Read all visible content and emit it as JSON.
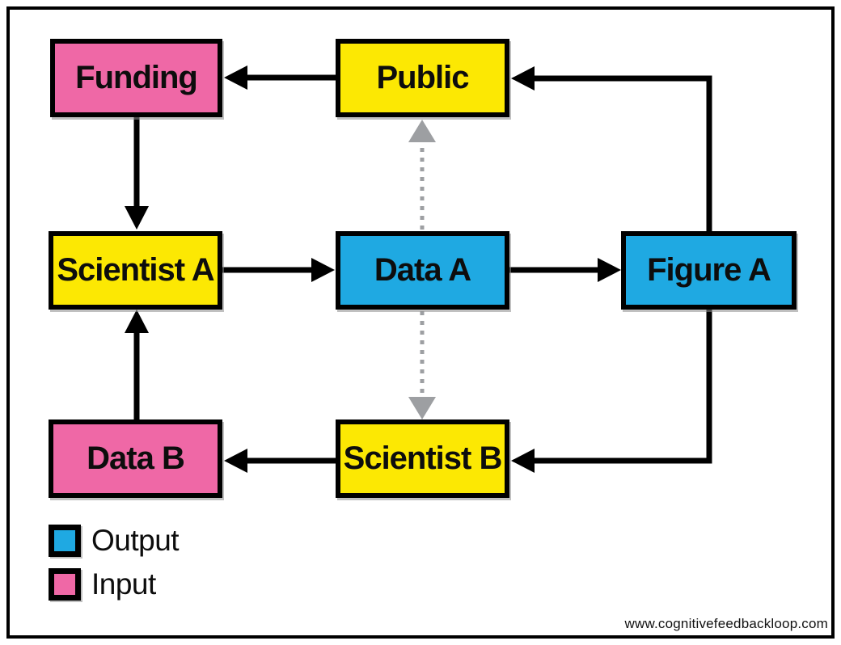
{
  "nodes": {
    "funding": {
      "label": "Funding",
      "role": "input",
      "color": "#ef68a6"
    },
    "public": {
      "label": "Public",
      "role": "agent",
      "color": "#fce803"
    },
    "scientist_a": {
      "label": "Scientist A",
      "role": "agent",
      "color": "#fce803"
    },
    "data_a": {
      "label": "Data A",
      "role": "output",
      "color": "#1fa9e2"
    },
    "figure_a": {
      "label": "Figure A",
      "role": "output",
      "color": "#1fa9e2"
    },
    "data_b": {
      "label": "Data B",
      "role": "input",
      "color": "#ef68a6"
    },
    "scientist_b": {
      "label": "Scientist B",
      "role": "agent",
      "color": "#fce803"
    }
  },
  "edges": [
    {
      "from": "public",
      "to": "funding",
      "style": "solid"
    },
    {
      "from": "figure_a",
      "to": "public",
      "style": "solid"
    },
    {
      "from": "funding",
      "to": "scientist_a",
      "style": "solid"
    },
    {
      "from": "scientist_a",
      "to": "data_a",
      "style": "solid"
    },
    {
      "from": "data_a",
      "to": "figure_a",
      "style": "solid"
    },
    {
      "from": "figure_a",
      "to": "scientist_b",
      "style": "solid"
    },
    {
      "from": "scientist_b",
      "to": "data_b",
      "style": "solid"
    },
    {
      "from": "data_b",
      "to": "scientist_a",
      "style": "solid"
    },
    {
      "from": "data_a",
      "to": "public",
      "style": "dotted"
    },
    {
      "from": "data_a",
      "to": "scientist_b",
      "style": "dotted"
    }
  ],
  "legend": {
    "items": [
      {
        "label": "Output",
        "color": "#1fa9e2"
      },
      {
        "label": "Input",
        "color": "#ef68a6"
      }
    ]
  },
  "watermark": "www.cognitivefeedbackloop.com",
  "colors": {
    "output": "#1fa9e2",
    "input": "#ef68a6",
    "agent_yellow": "#fce803",
    "solid_line": "#000000",
    "dotted_line": "#9d9fa2",
    "frame": "#000000",
    "background": "#ffffff"
  }
}
